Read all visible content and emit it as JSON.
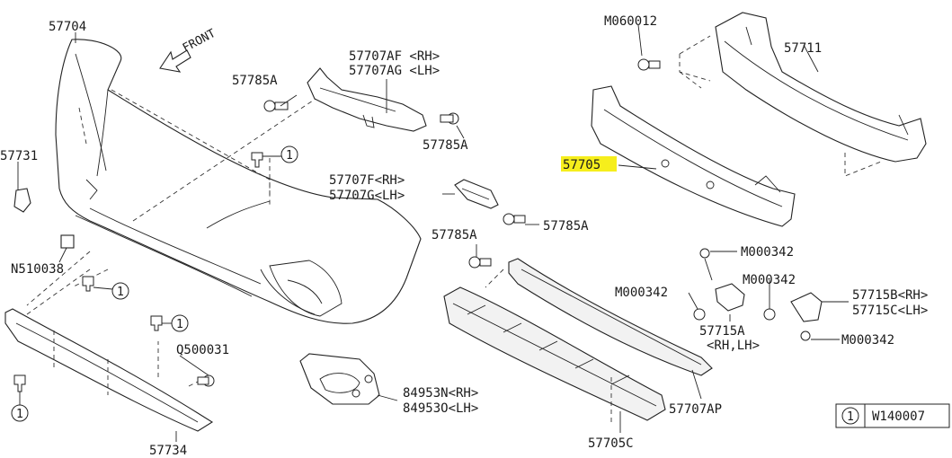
{
  "front_label": "FRONT",
  "highlight_color": "#f6ee1c",
  "callout_symbol": "1",
  "labels": {
    "p57704": "57704",
    "p57707af": "57707AF <RH>",
    "p57707ag": "57707AG <LH>",
    "p57785a_top": "57785A",
    "p57785a_topr": "57785A",
    "p57731": "57731",
    "p57707f": "57707F<RH>",
    "p57707g": "57707G<LH>",
    "p57785a_mid": "57785A",
    "p57785a_low": "57785A",
    "n510038": "N510038",
    "q500031": "Q500031",
    "p57734": "57734",
    "p84953n": "84953N<RH>",
    "p84953o": "84953O<LH>",
    "m060012": "M060012",
    "p57711": "57711",
    "p57705": "57705",
    "m000342_a": "M000342",
    "m000342_b": "M000342",
    "m000342_c": "M000342",
    "m000342_d": "M000342",
    "p57715b": "57715B<RH>",
    "p57715c": "57715C<LH>",
    "p57715a": "57715A",
    "p57715a_sub": "<RH,LH>",
    "p57707ap": "57707AP",
    "p57705c": "57705C"
  },
  "legend": {
    "symbol": "1",
    "part": "W140007"
  }
}
